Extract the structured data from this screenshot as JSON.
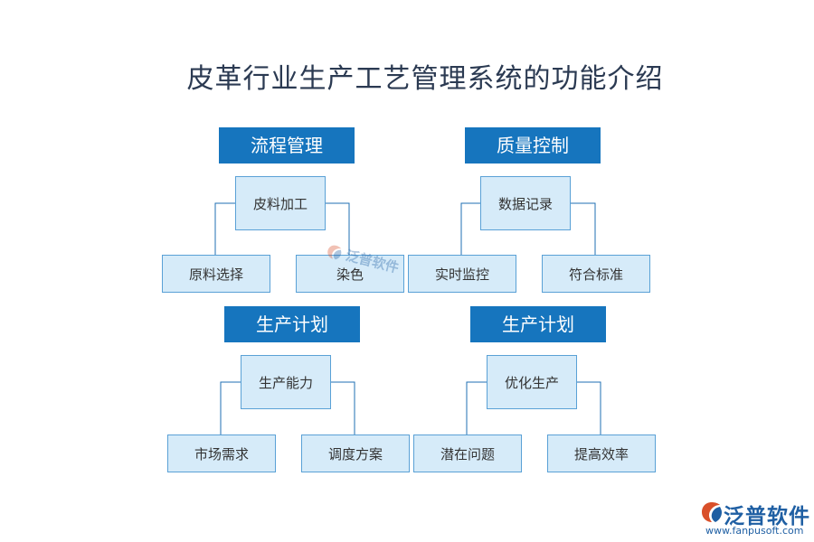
{
  "title": "皮革行业生产工艺管理系统的功能介绍",
  "colors": {
    "header_bg": "#1675be",
    "node_bg": "#d6ebf9",
    "node_border": "#5aa1d6",
    "connector": "#1f6fb3"
  },
  "groups": [
    {
      "header": "流程管理",
      "middle": "皮料加工",
      "leaves": [
        "原料选择",
        "染色"
      ]
    },
    {
      "header": "质量控制",
      "middle": "数据记录",
      "leaves": [
        "实时监控",
        "符合标准"
      ]
    },
    {
      "header": "生产计划",
      "middle": "生产能力",
      "leaves": [
        "市场需求",
        "调度方案"
      ]
    },
    {
      "header": "生产计划",
      "middle": "优化生产",
      "leaves": [
        "潜在问题",
        "提高效率"
      ]
    }
  ],
  "watermark": {
    "text": "泛普软件",
    "icon": "fanpu-logo-icon"
  },
  "logo": {
    "text": "泛普软件",
    "url": "www.fanpusoft.com",
    "icon": "fanpu-logo-icon"
  }
}
